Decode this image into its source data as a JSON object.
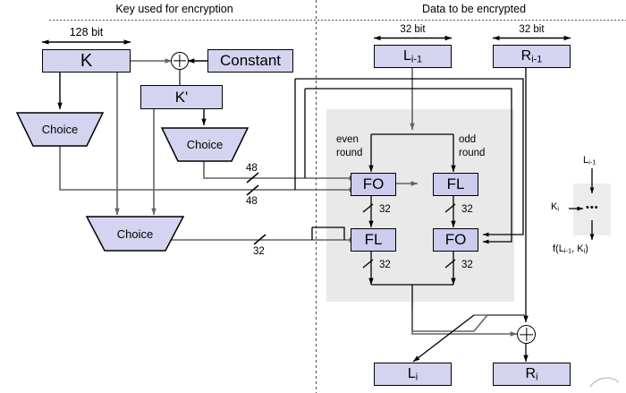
{
  "headers": {
    "left": "Key used for encryption",
    "right": "Data to be encrypted"
  },
  "dimensions": {
    "key_width": "128 bit",
    "left_half_width": "32 bit",
    "right_half_width": "32 bit"
  },
  "key_schedule": {
    "key_box": "K",
    "constant_box": "Constant",
    "kprime_box": "K'",
    "choice_left": "Choice",
    "choice_right": "Choice",
    "choice_bottom": "Choice",
    "xor_symbol": "+"
  },
  "bus_labels": {
    "fo_in_1": "48",
    "fo_in_2": "48",
    "fl_in": "32"
  },
  "data_path": {
    "left_input": "L",
    "left_input_sub": "i-1",
    "right_input": "R",
    "right_input_sub": "i-1",
    "left_output": "L",
    "left_output_sub": "i",
    "right_output": "R",
    "right_output_sub": "i",
    "even_round_label_line1": "even",
    "even_round_label_line2": "round",
    "odd_round_label_line1": "odd",
    "odd_round_label_line2": "round",
    "fo_even": "FO",
    "fl_even": "FL",
    "fl_odd": "FL",
    "fo_odd": "FO",
    "width_fo_even_out": "32",
    "width_fl_odd_out": "32",
    "width_fl_even_out": "32",
    "width_fo_odd_out": "32",
    "xor_symbol": "+"
  },
  "legend": {
    "input": "L",
    "input_sub": "i-1",
    "key": "K",
    "key_sub": "i",
    "ellipsis": "•••",
    "output_prefix": "f(L",
    "output_sub1": "i-1",
    "output_mid": ", K",
    "output_sub2": "i",
    "output_suffix": ")"
  },
  "colors": {
    "box_fill": "#d4d4f0",
    "box_stroke": "#000000",
    "panel_fill": "#e9e9e9",
    "wire_dark": "#000000",
    "wire_gray": "#636363",
    "divider": "#555555"
  }
}
